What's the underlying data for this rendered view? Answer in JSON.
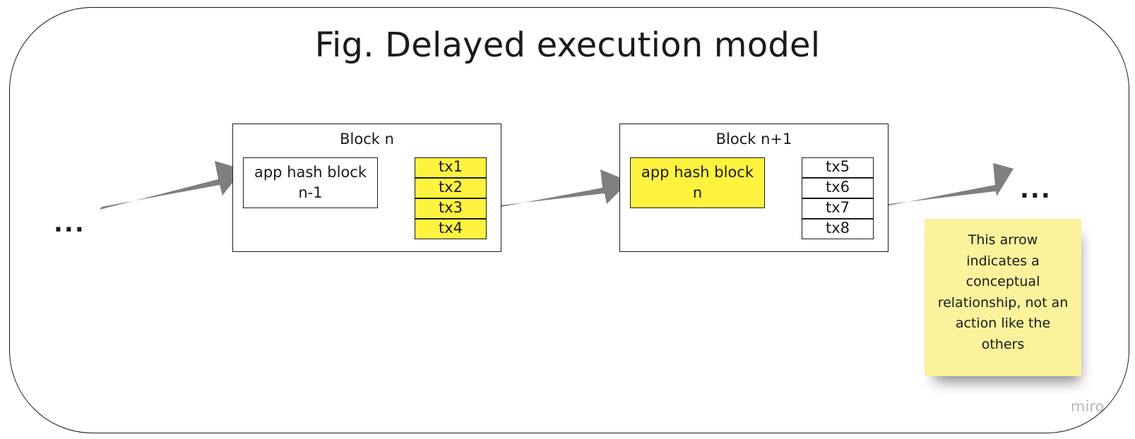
{
  "diagram": {
    "title": "Fig. Delayed execution model",
    "left_ellipsis": "...",
    "right_ellipsis": "...",
    "blocks": [
      {
        "label": "Block n",
        "app_hash": "app hash block n-1",
        "app_hash_highlighted": false,
        "transactions": [
          "tx1",
          "tx2",
          "tx3",
          "tx4"
        ],
        "transactions_highlighted": true
      },
      {
        "label": "Block n+1",
        "app_hash": "app hash block n",
        "app_hash_highlighted": true,
        "transactions": [
          "tx5",
          "tx6",
          "tx7",
          "tx8"
        ],
        "transactions_highlighted": false
      }
    ],
    "note": "This arrow indicates a conceptual relationship, not an action like the others",
    "watermark": "miro",
    "colors": {
      "highlight": "#fff33f",
      "arrow": "#7f7f7f",
      "note": "#fbf29c",
      "border": "#1a1a1a"
    }
  }
}
